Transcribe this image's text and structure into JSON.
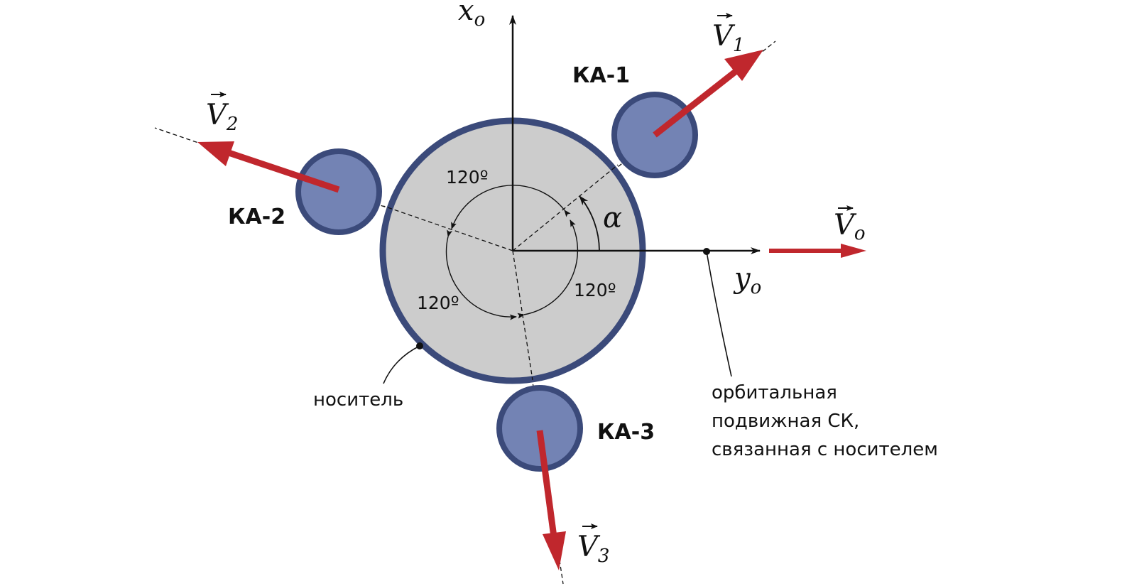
{
  "axes": {
    "x": {
      "symbol": "x",
      "subscript": "o"
    },
    "y": {
      "symbol": "y",
      "subscript": "o"
    }
  },
  "angle_symbol": "α",
  "angle_labels": [
    "120º",
    "120º",
    "120º"
  ],
  "spacecraft": [
    {
      "label": "КА-1",
      "velocity_symbol": "V",
      "velocity_subscript": "1"
    },
    {
      "label": "КА-2",
      "velocity_symbol": "V",
      "velocity_subscript": "2"
    },
    {
      "label": "КА-3",
      "velocity_symbol": "V",
      "velocity_subscript": "3"
    }
  ],
  "carrier_velocity": {
    "symbol": "V",
    "subscript": "o"
  },
  "carrier_label": "носитель",
  "frame_note": [
    "орбитальная",
    "подвижная СК,",
    "связанная с носителем"
  ],
  "colors": {
    "carrier_fill": "#cccccc",
    "outline": "#3b4a7a",
    "spacecraft_fill": "#7383b4",
    "velocity_arrow": "#c0272d",
    "ink": "#111111"
  }
}
